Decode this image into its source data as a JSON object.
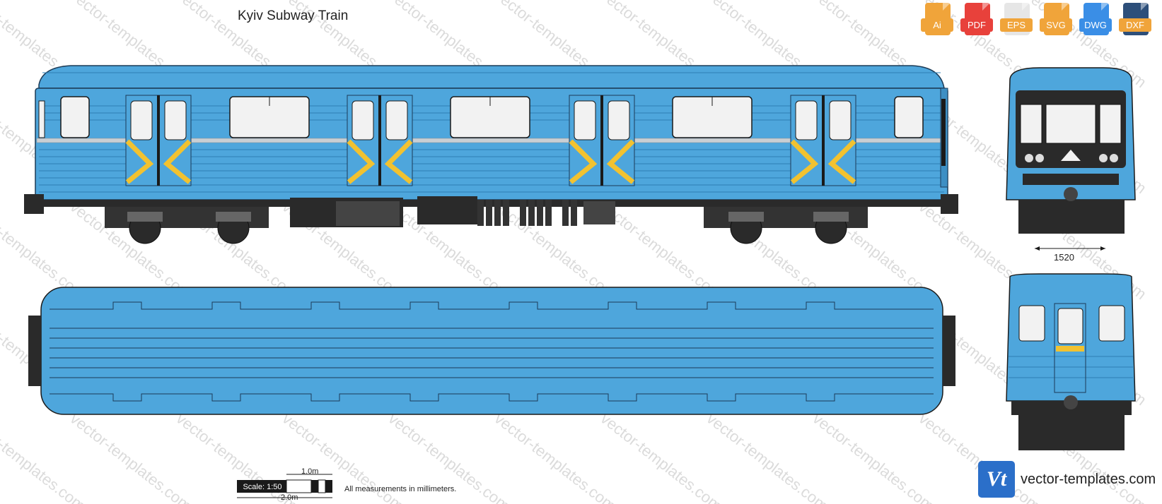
{
  "title": "Kyiv Subway Train",
  "formats": [
    {
      "label": "Ai",
      "color": "#f0a43a",
      "icon": "ai-file-icon"
    },
    {
      "label": "PDF",
      "color": "#e8413b",
      "icon": "pdf-file-icon"
    },
    {
      "label": "EPS",
      "color": "#f0a43a",
      "icon": "eps-file-icon"
    },
    {
      "label": "SVG",
      "color": "#f0a43a",
      "icon": "svg-file-icon"
    },
    {
      "label": "DWG",
      "color": "#3a8ee6",
      "icon": "dwg-file-icon"
    },
    {
      "label": "DXF",
      "color": "#f0a43a",
      "icon": "dxf-file-icon"
    }
  ],
  "watermark_text": "vector-templates.com",
  "dimensions": {
    "track_gauge": "1520"
  },
  "scale": {
    "label": "Scale: 1:50",
    "one_meter": "1.0m",
    "two_meter": "2.0m"
  },
  "note": "All measurements in millimeters.",
  "brand": {
    "logo_text": "Vt",
    "name": "vector-templates.com"
  },
  "colors": {
    "body": "#4ea6dc",
    "stripe": "#c9cfd4",
    "door_accent": "#f2c230",
    "window": "#f2f2f2",
    "undercarriage": "#2a2a2a"
  }
}
